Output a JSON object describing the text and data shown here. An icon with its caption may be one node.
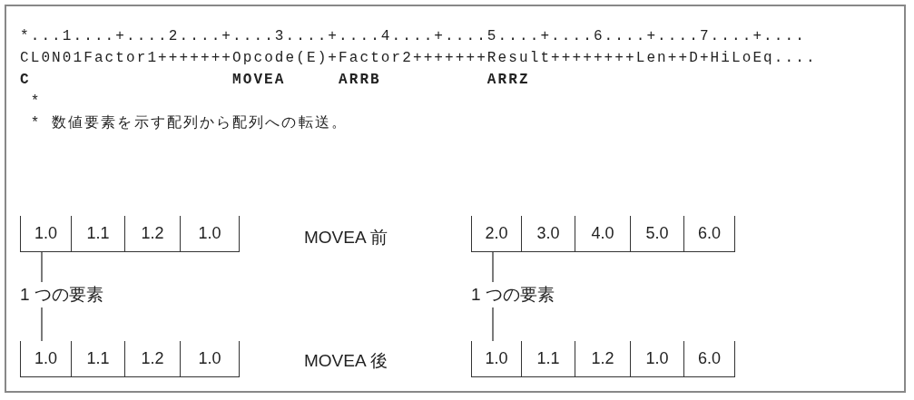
{
  "diagram": {
    "nodes": [
      {
        "text": [
          "1.0"
        ]
      },
      {
        "text": [
          "1.1"
        ]
      },
      {
        "text": [
          "1.2"
        ]
      },
      {
        "text": [
          "1.0"
        ]
      },
      {
        "text": [
          "2.0"
        ]
      },
      {
        "text": [
          "3.0"
        ]
      },
      {
        "text": [
          "4.0"
        ]
      },
      {
        "text": [
          "5.0"
        ]
      },
      {
        "text": [
          "6.0"
        ]
      },
      {
        "text": [
          "1 つの要素"
        ]
      },
      {
        "text": [
          "1 つの要素"
        ]
      },
      {
        "text": [
          "1.0"
        ]
      },
      {
        "text": [
          "1.1"
        ]
      },
      {
        "text": [
          "1.2"
        ]
      },
      {
        "text": [
          "1.0"
        ]
      },
      {
        "text": [
          "1.0"
        ]
      },
      {
        "text": [
          "1.1"
        ]
      },
      {
        "text": [
          "1.2"
        ]
      },
      {
        "text": [
          "1.0"
        ]
      },
      {
        "text": [
          "6.0"
        ]
      }
    ],
    "edges": [
      {
        "from": 9,
        "to": 0,
        "arrow": "none"
      },
      {
        "from": 9,
        "to": 11,
        "arrow": "none"
      },
      {
        "from": 10,
        "to": 4,
        "arrow": "none"
      },
      {
        "from": 10,
        "to": 15,
        "arrow": "none"
      }
    ],
    "labels": [
      "*...1....+....2....+....3....+....4....+....5....+....6....+....7....+....",
      "CL0N01Factor1+++++++Opcode(E)+Factor2+++++++Result++++++++Len++D+HiLoEq....",
      "C",
      "MOVEA",
      "ARRB",
      "ARRZ",
      "*",
      "* 数値要素を示す配列から配列への転送。",
      "MOVEA 前",
      "MOVEA 後"
    ]
  }
}
